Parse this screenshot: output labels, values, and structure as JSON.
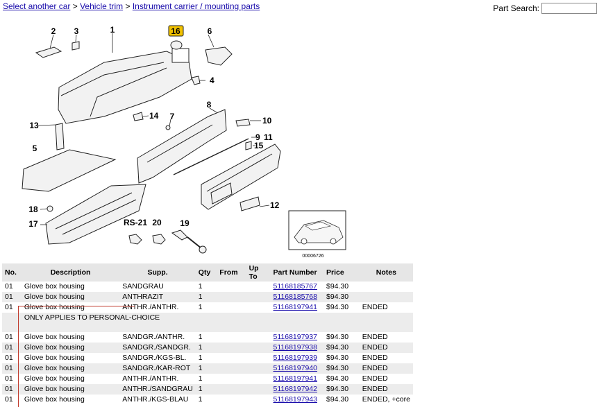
{
  "breadcrumb": {
    "link1": "Select another car",
    "sep": ">",
    "link2": "Vehicle trim",
    "link3": "Instrument carrier / mounting parts"
  },
  "search": {
    "label": "Part Search:",
    "value": ""
  },
  "diagram": {
    "labels": [
      "1",
      "2",
      "3",
      "4",
      "5",
      "6",
      "7",
      "8",
      "9",
      "10",
      "11",
      "12",
      "13",
      "14",
      "15",
      "16",
      "17",
      "18",
      "19",
      "20",
      "RS-21"
    ],
    "highlighted": "16",
    "thumbnail_code": "00006726"
  },
  "table": {
    "headers": [
      "No.",
      "Description",
      "Supp.",
      "Qty",
      "From",
      "Up To",
      "Part Number",
      "Price",
      "Notes"
    ],
    "rows": [
      {
        "no": "01",
        "desc": "Glove box housing",
        "supp": "SANDGRAU",
        "qty": "1",
        "from": "",
        "to": "",
        "pn": "51168185767",
        "price": "$94.30",
        "notes": ""
      },
      {
        "no": "01",
        "desc": "Glove box housing",
        "supp": "ANTHRAZIT",
        "qty": "1",
        "from": "",
        "to": "",
        "pn": "51168185768",
        "price": "$94.30",
        "notes": ""
      },
      {
        "no": "01",
        "desc": "Glove box housing",
        "supp": "ANTHR./ANTHR.",
        "qty": "1",
        "from": "",
        "to": "",
        "pn": "51168197941",
        "price": "$94.30",
        "notes": "ENDED"
      },
      {
        "note": "ONLY APPLIES TO PERSONAL-CHOICE"
      },
      {
        "no": "01",
        "desc": "Glove box housing",
        "supp": "SANDGR./ANTHR.",
        "qty": "1",
        "from": "",
        "to": "",
        "pn": "51168197937",
        "price": "$94.30",
        "notes": "ENDED"
      },
      {
        "no": "01",
        "desc": "Glove box housing",
        "supp": "SANDGR./SANDGR.",
        "qty": "1",
        "from": "",
        "to": "",
        "pn": "51168197938",
        "price": "$94.30",
        "notes": "ENDED"
      },
      {
        "no": "01",
        "desc": "Glove box housing",
        "supp": "SANDGR./KGS-BL.",
        "qty": "1",
        "from": "",
        "to": "",
        "pn": "51168197939",
        "price": "$94.30",
        "notes": "ENDED"
      },
      {
        "no": "01",
        "desc": "Glove box housing",
        "supp": "SANDGR./KAR-ROT",
        "qty": "1",
        "from": "",
        "to": "",
        "pn": "51168197940",
        "price": "$94.30",
        "notes": "ENDED"
      },
      {
        "no": "01",
        "desc": "Glove box housing",
        "supp": "ANTHR./ANTHR.",
        "qty": "1",
        "from": "",
        "to": "",
        "pn": "51168197941",
        "price": "$94.30",
        "notes": "ENDED"
      },
      {
        "no": "01",
        "desc": "Glove box housing",
        "supp": "ANTHR./SANDGRAU",
        "qty": "1",
        "from": "",
        "to": "",
        "pn": "51168197942",
        "price": "$94.30",
        "notes": "ENDED"
      },
      {
        "no": "01",
        "desc": "Glove box housing",
        "supp": "ANTHR./KGS-BLAU",
        "qty": "1",
        "from": "",
        "to": "",
        "pn": "51168197943",
        "price": "$94.30",
        "notes": "ENDED, +core"
      }
    ]
  },
  "colors": {
    "link": "#1a0dab",
    "header_bg": "#e6e6e6",
    "alt_row": "#ececec",
    "highlight": "#f2c200",
    "note_line": "#c0392b"
  }
}
